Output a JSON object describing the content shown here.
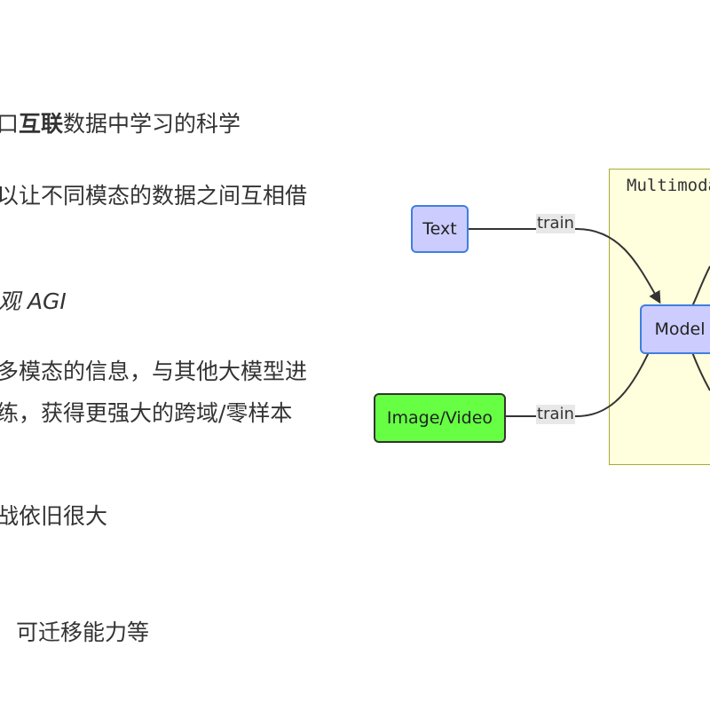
{
  "left_text": {
    "line1": {
      "prefix": "口",
      "bold": "互联",
      "suffix": "数据中学习的科学"
    },
    "line2": "以让不同模态的数据之间互相借",
    "line3": "观 AGI",
    "line4": "多模态的信息，与其他大模型进",
    "line5": "练，获得更强大的跨域/零样本",
    "line6": "战依旧很大",
    "line7": "可迁移能力等"
  },
  "diagram": {
    "subgraph_title": "Multimodal",
    "nodes": {
      "text": "Text",
      "image_video": "Image/Video",
      "model": "Model"
    },
    "edges": {
      "text_to_model": "train",
      "image_to_model": "train"
    },
    "colors": {
      "node_fill": "#ccccff",
      "node_border": "#3f7fe0",
      "image_fill": "#66ff44",
      "subgraph_fill": "#ffffde",
      "subgraph_border": "#aaaa33",
      "edge_label_bg": "#e8e8e8"
    }
  }
}
